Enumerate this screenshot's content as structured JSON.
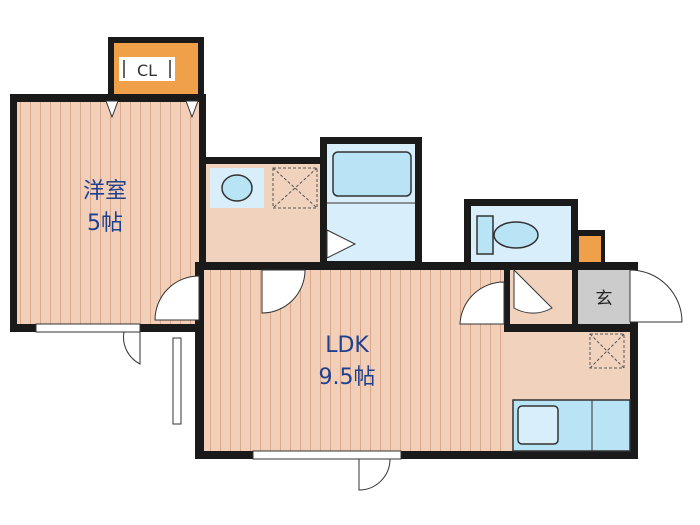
{
  "rooms": {
    "western_room": {
      "name": "洋室",
      "size": "5帖"
    },
    "ldk": {
      "name": "LDK",
      "size": "9.5帖"
    },
    "closet": {
      "label": "CL"
    },
    "entrance": {
      "label": "玄"
    }
  },
  "colors": {
    "wall": "#1a1a1a",
    "floor_wood": "#f2cfb8",
    "floor_plain": "#f0d2bd",
    "closet_orange": "#f0a048",
    "wet_area": "#d8eefa",
    "fixture": "#b8e4f6",
    "entrance_floor": "#cccccc",
    "label_text": "#1f3f8f",
    "closet_text": "#333333"
  }
}
